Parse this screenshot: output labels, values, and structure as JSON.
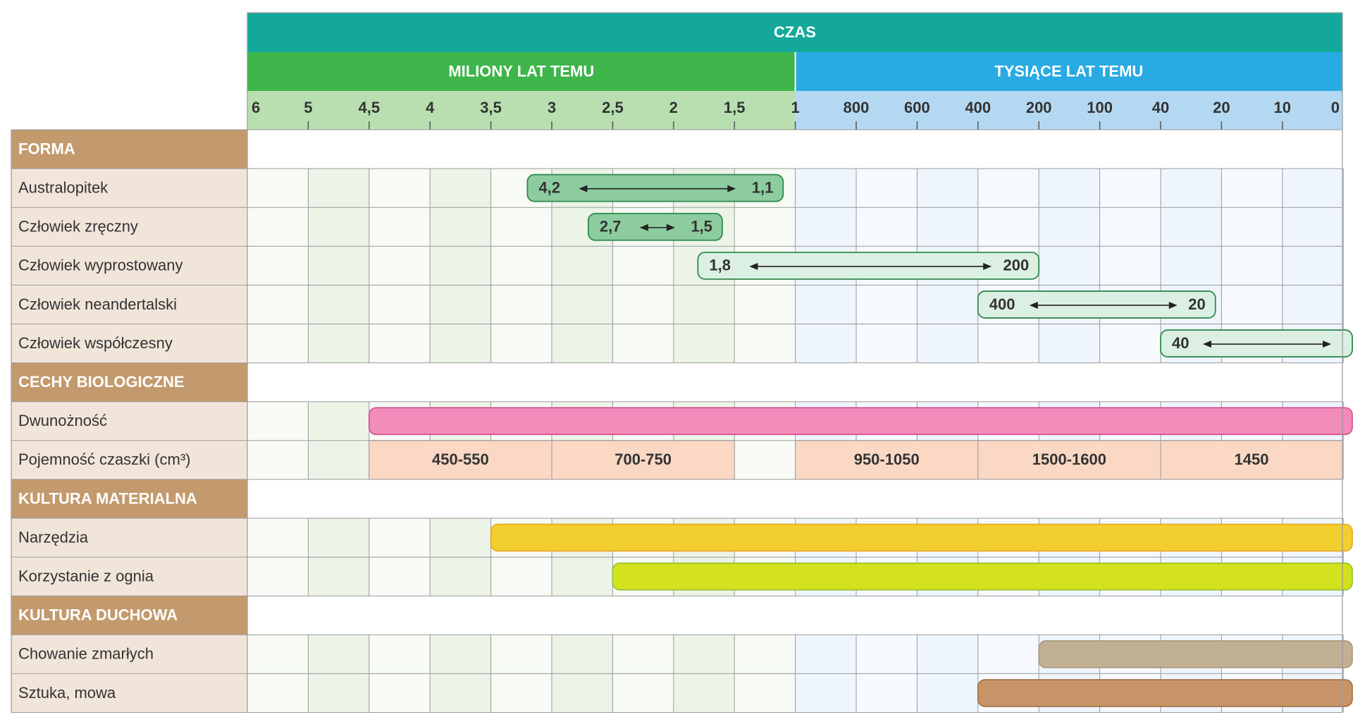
{
  "header": {
    "title": "CZAS",
    "millions_label": "MILIONY LAT TEMU",
    "thousands_label": "TYSIĄCE LAT TEMU"
  },
  "axis": {
    "ticks": [
      "6",
      "5",
      "4,5",
      "4",
      "3,5",
      "3",
      "2,5",
      "2",
      "1,5",
      "1",
      "800",
      "600",
      "400",
      "200",
      "100",
      "40",
      "20",
      "10",
      "0"
    ]
  },
  "rows": [
    {
      "kind": "section",
      "label": "FORMA"
    },
    {
      "kind": "item",
      "label": "Australopitek",
      "bar": {
        "style": "range-dark",
        "from_tick": 4.6,
        "to_tick": 8.8,
        "start_label": "4,2",
        "end_label": "1,1"
      }
    },
    {
      "kind": "item",
      "label": "Człowiek zręczny",
      "bar": {
        "style": "range-dark",
        "from_tick": 5.6,
        "to_tick": 7.8,
        "start_label": "2,7",
        "end_label": "1,5"
      }
    },
    {
      "kind": "item",
      "label": "Człowiek wyprostowany",
      "bar": {
        "style": "range-light",
        "from_tick": 7.4,
        "to_tick": 13.0,
        "start_label": "1,8",
        "end_label": "200"
      }
    },
    {
      "kind": "item",
      "label": "Człowiek neandertalski",
      "bar": {
        "style": "range-light",
        "from_tick": 12.0,
        "to_tick": 15.9,
        "start_label": "400",
        "end_label": "20"
      }
    },
    {
      "kind": "item",
      "label": "Człowiek współczesny",
      "bar": {
        "style": "range-light",
        "from_tick": 15.0,
        "to_tick": 18.2,
        "start_label": "40",
        "end_label": ""
      }
    },
    {
      "kind": "section",
      "label": "CECHY BIOLOGICZNE"
    },
    {
      "kind": "item",
      "label": "Dwunożność",
      "bar": {
        "style": "solid",
        "color": "#f28cba",
        "border": "#d2468a",
        "from_tick": 2.0,
        "to_tick": 18.2
      }
    },
    {
      "kind": "item",
      "label": "Pojemność czaszki (cm³)",
      "capacity": [
        {
          "from_tick": 2,
          "to_tick": 5,
          "value": "450-550"
        },
        {
          "from_tick": 5,
          "to_tick": 8,
          "value": "700-750"
        },
        {
          "from_tick": 9,
          "to_tick": 12,
          "value": "950-1050"
        },
        {
          "from_tick": 12,
          "to_tick": 15,
          "value": "1500-1600"
        },
        {
          "from_tick": 15,
          "to_tick": 18.2,
          "value": "1450"
        }
      ]
    },
    {
      "kind": "section",
      "label": "KULTURA MATERIALNA"
    },
    {
      "kind": "item",
      "label": "Narzędzia",
      "bar": {
        "style": "solid",
        "color": "#f2cf2e",
        "border": "#e7a21a",
        "from_tick": 4.0,
        "to_tick": 18.2
      }
    },
    {
      "kind": "item",
      "label": "Korzystanie z ognia",
      "bar": {
        "style": "solid",
        "color": "#d4e11f",
        "border": "#8cbf2a",
        "from_tick": 6.0,
        "to_tick": 18.2
      }
    },
    {
      "kind": "section",
      "label": "KULTURA DUCHOWA"
    },
    {
      "kind": "item",
      "label": "Chowanie zmarłych",
      "bar": {
        "style": "solid",
        "color": "#c2b095",
        "border": "#a69275",
        "from_tick": 13.0,
        "to_tick": 18.2
      }
    },
    {
      "kind": "item",
      "label": "Sztuka, mowa",
      "bar": {
        "style": "solid",
        "color": "#c69467",
        "border": "#9c6a3e",
        "from_tick": 12.0,
        "to_tick": 18.2
      }
    }
  ],
  "colors": {
    "czas_band": "#14a89b",
    "millions_band": "#3db54a",
    "thousands_band": "#29aae2",
    "millions_tick_bg": "#b9dfb0",
    "thousands_tick_bg": "#b5d8f2",
    "section_bg": "#c39a6d",
    "item_label_bg": "#f1e5d9",
    "range_dark_fill": "#8ccc9e",
    "range_light_fill": "#dbefe2",
    "range_border": "#2e8a4e",
    "capacity_bg": "#fbd8c4",
    "grid_line": "#9a9a9a"
  }
}
